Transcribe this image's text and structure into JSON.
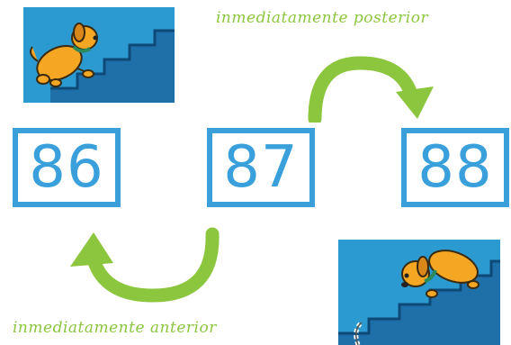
{
  "labels": {
    "top": "inmediatamente posterior",
    "bottom": "inmediatamente anterior"
  },
  "numbers": {
    "previous": "86",
    "current": "87",
    "next": "88"
  },
  "colors": {
    "box_border": "#3aa0dc",
    "number_text": "#3aa0dc",
    "arrow": "#8cc63f",
    "caption": "#8cc63f",
    "scene_bg": "#2a9ad0",
    "stairs": "#1f6fa8"
  },
  "icons": {
    "top_scene": "dog-climbing-stairs-up",
    "bottom_scene": "dog-going-down-stairs"
  }
}
